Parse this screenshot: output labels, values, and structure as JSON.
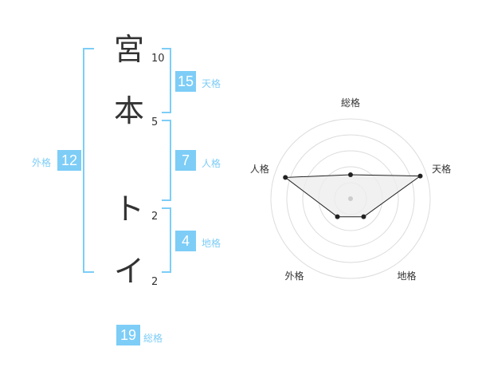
{
  "name": {
    "chars": [
      "宮",
      "本",
      "ト",
      "イ"
    ],
    "strokes": [
      "10",
      "5",
      "2",
      "2"
    ]
  },
  "kakusu": {
    "tenkaku": {
      "value": "15",
      "label": "天格"
    },
    "jinkaku": {
      "value": "7",
      "label": "人格"
    },
    "chikaku": {
      "value": "4",
      "label": "地格"
    },
    "gaikaku": {
      "value": "12",
      "label": "外格"
    },
    "soukaku": {
      "value": "19",
      "label": "総格"
    }
  },
  "radar": {
    "axes": [
      "総格",
      "天格",
      "地格",
      "外格",
      "人格"
    ],
    "values": [
      0.3,
      0.92,
      0.28,
      0.28,
      0.86
    ]
  },
  "colors": {
    "accent": "#7dcdf7",
    "ring": "#dcdcdc",
    "polygon_fill": "#eeeeee",
    "point": "#222222"
  }
}
